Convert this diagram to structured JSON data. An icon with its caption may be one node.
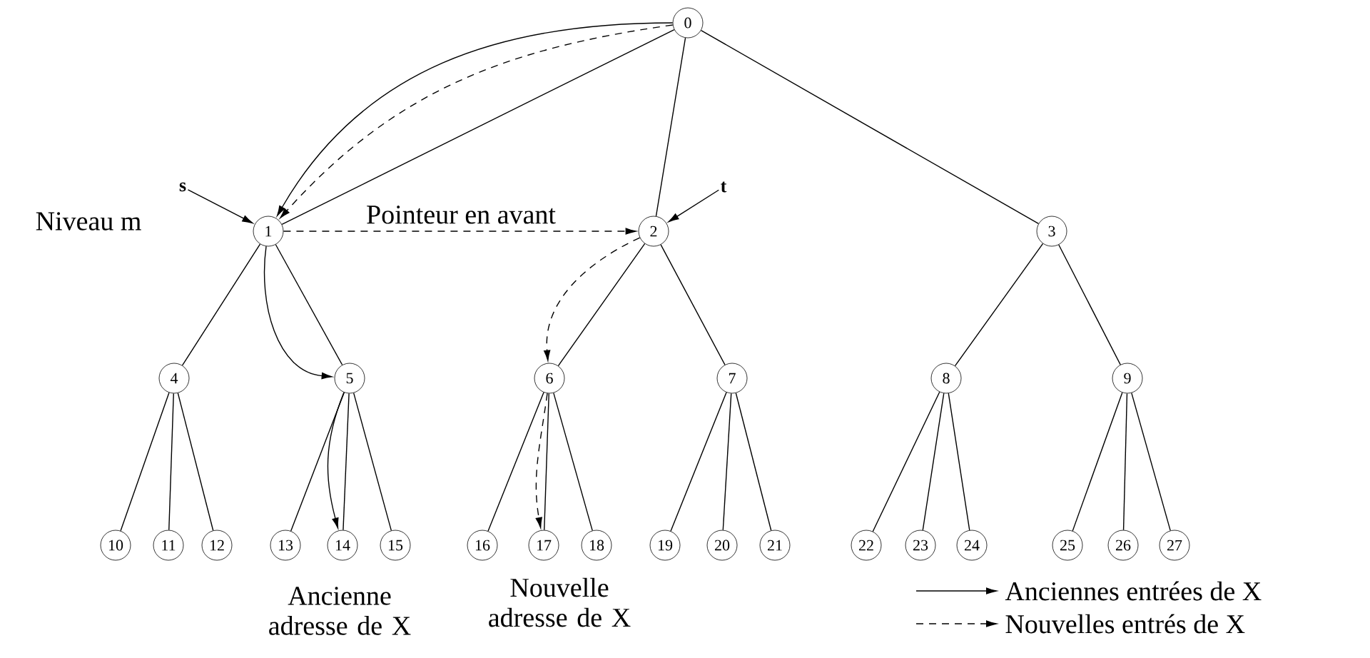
{
  "diagram": {
    "nodes": [
      {
        "text": [
          "0"
        ]
      },
      {
        "text": [
          "1"
        ]
      },
      {
        "text": [
          "2"
        ]
      },
      {
        "text": [
          "3"
        ]
      },
      {
        "text": [
          "4"
        ]
      },
      {
        "text": [
          "5"
        ]
      },
      {
        "text": [
          "6"
        ]
      },
      {
        "text": [
          "7"
        ]
      },
      {
        "text": [
          "8"
        ]
      },
      {
        "text": [
          "9"
        ]
      },
      {
        "text": [
          "10"
        ]
      },
      {
        "text": [
          "11"
        ]
      },
      {
        "text": [
          "12"
        ]
      },
      {
        "text": [
          "13"
        ]
      },
      {
        "text": [
          "14"
        ]
      },
      {
        "text": [
          "15"
        ]
      },
      {
        "text": [
          "16"
        ]
      },
      {
        "text": [
          "17"
        ]
      },
      {
        "text": [
          "18"
        ]
      },
      {
        "text": [
          "19"
        ]
      },
      {
        "text": [
          "20"
        ]
      },
      {
        "text": [
          "21"
        ]
      },
      {
        "text": [
          "22"
        ]
      },
      {
        "text": [
          "23"
        ]
      },
      {
        "text": [
          "24"
        ]
      },
      {
        "text": [
          "25"
        ]
      },
      {
        "text": [
          "26"
        ]
      },
      {
        "text": [
          "27"
        ]
      },
      {
        "text": [
          "s"
        ]
      },
      {
        "text": [
          "t"
        ]
      }
    ],
    "edges": [
      {
        "from": 0,
        "to": 1,
        "arrow": "none"
      },
      {
        "from": 0,
        "to": 2,
        "arrow": "none"
      },
      {
        "from": 0,
        "to": 3,
        "arrow": "none"
      },
      {
        "from": 1,
        "to": 4,
        "arrow": "none"
      },
      {
        "from": 1,
        "to": 5,
        "arrow": "none"
      },
      {
        "from": 2,
        "to": 6,
        "arrow": "none"
      },
      {
        "from": 2,
        "to": 7,
        "arrow": "none"
      },
      {
        "from": 3,
        "to": 8,
        "arrow": "none"
      },
      {
        "from": 3,
        "to": 9,
        "arrow": "none"
      },
      {
        "from": 4,
        "to": 10,
        "arrow": "none"
      },
      {
        "from": 4,
        "to": 11,
        "arrow": "none"
      },
      {
        "from": 4,
        "to": 12,
        "arrow": "none"
      },
      {
        "from": 5,
        "to": 13,
        "arrow": "none"
      },
      {
        "from": 5,
        "to": 14,
        "arrow": "none"
      },
      {
        "from": 5,
        "to": 15,
        "arrow": "none"
      },
      {
        "from": 6,
        "to": 16,
        "arrow": "none"
      },
      {
        "from": 6,
        "to": 17,
        "arrow": "none"
      },
      {
        "from": 6,
        "to": 18,
        "arrow": "none"
      },
      {
        "from": 7,
        "to": 19,
        "arrow": "none"
      },
      {
        "from": 7,
        "to": 20,
        "arrow": "none"
      },
      {
        "from": 7,
        "to": 21,
        "arrow": "none"
      },
      {
        "from": 8,
        "to": 22,
        "arrow": "none"
      },
      {
        "from": 8,
        "to": 23,
        "arrow": "none"
      },
      {
        "from": 8,
        "to": 24,
        "arrow": "none"
      },
      {
        "from": 9,
        "to": 25,
        "arrow": "none"
      },
      {
        "from": 9,
        "to": 26,
        "arrow": "none"
      },
      {
        "from": 9,
        "to": 27,
        "arrow": "none"
      },
      {
        "from": 0,
        "to": 1,
        "arrow": "to"
      },
      {
        "from": 0,
        "to": 1,
        "arrow": "to",
        "style": "dashed"
      },
      {
        "from": 1,
        "to": 2,
        "arrow": "to",
        "style": "dashed",
        "label": "Pointeur en avant"
      },
      {
        "from": 2,
        "to": 6,
        "arrow": "to",
        "style": "dashed"
      },
      {
        "from": 1,
        "to": 5,
        "arrow": "to"
      },
      {
        "from": 5,
        "to": 14,
        "arrow": "to"
      },
      {
        "from": 6,
        "to": 17,
        "arrow": "to",
        "style": "dashed"
      },
      {
        "from": 28,
        "to": 1,
        "arrow": "to"
      },
      {
        "from": 29,
        "to": 2,
        "arrow": "to"
      }
    ],
    "labels": [
      "Niveau m",
      "Ancienne adresse de X",
      "Nouvelle adresse de X"
    ],
    "legend": [
      {
        "text": "Anciennes entrées de X"
      },
      {
        "text": "Nouvelles entrés de X"
      }
    ]
  }
}
